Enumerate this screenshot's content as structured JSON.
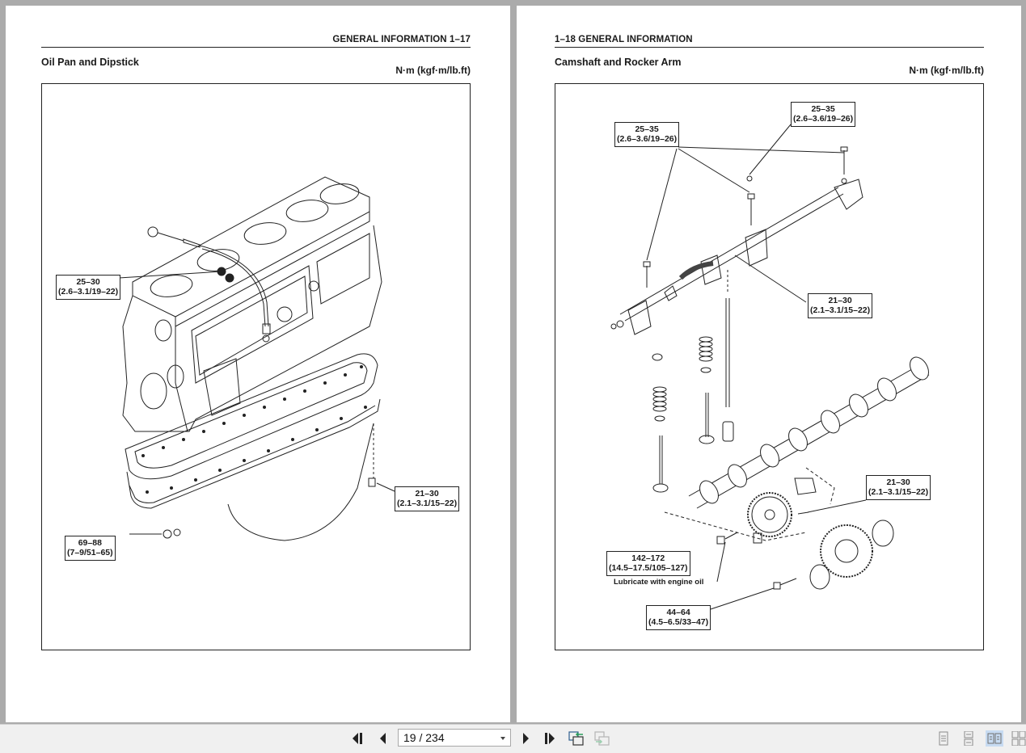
{
  "viewer": {
    "page_indicator": "19 / 234",
    "toolbar": {
      "first_page": "first-page",
      "previous_page": "previous-page",
      "next_page": "next-page",
      "last_page": "last-page",
      "back_view": "previous-view",
      "forward_view": "next-view",
      "view_modes": [
        "single-page",
        "continuous",
        "facing",
        "continuous-facing"
      ],
      "active_view_mode": "facing"
    }
  },
  "left_page": {
    "running_head": "GENERAL INFORMATION  1–17",
    "section_title": "Oil Pan and Dipstick",
    "units": "N·m (kgf·m/lb.ft)",
    "callouts": [
      {
        "torque": "25–30",
        "detail": "(2.6–3.1/19–22)"
      },
      {
        "torque": "21–30",
        "detail": "(2.1–3.1/15–22)"
      },
      {
        "torque": "69–88",
        "detail": "(7–9/51–65)"
      }
    ]
  },
  "right_page": {
    "running_head": "1–18  GENERAL INFORMATION",
    "section_title": "Camshaft and Rocker Arm",
    "units": "N·m (kgf·m/lb.ft)",
    "callouts": [
      {
        "torque": "25–35",
        "detail": "(2.6–3.6/19–26)"
      },
      {
        "torque": "25–35",
        "detail": "(2.6–3.6/19–26)"
      },
      {
        "torque": "21–30",
        "detail": "(2.1–3.1/15–22)"
      },
      {
        "torque": "21–30",
        "detail": "(2.1–3.1/15–22)"
      },
      {
        "torque": "142–172",
        "detail": "(14.5–17.5/105–127)"
      },
      {
        "torque": "44–64",
        "detail": "(4.5–6.5/33–47)"
      }
    ],
    "note": "Lubricate with engine oil"
  },
  "colors": {
    "background": "#ababab",
    "page": "#ffffff",
    "ink": "#1a1a1a",
    "toolbar": "#f0f0f0",
    "active_view": "#c7dbf2"
  }
}
